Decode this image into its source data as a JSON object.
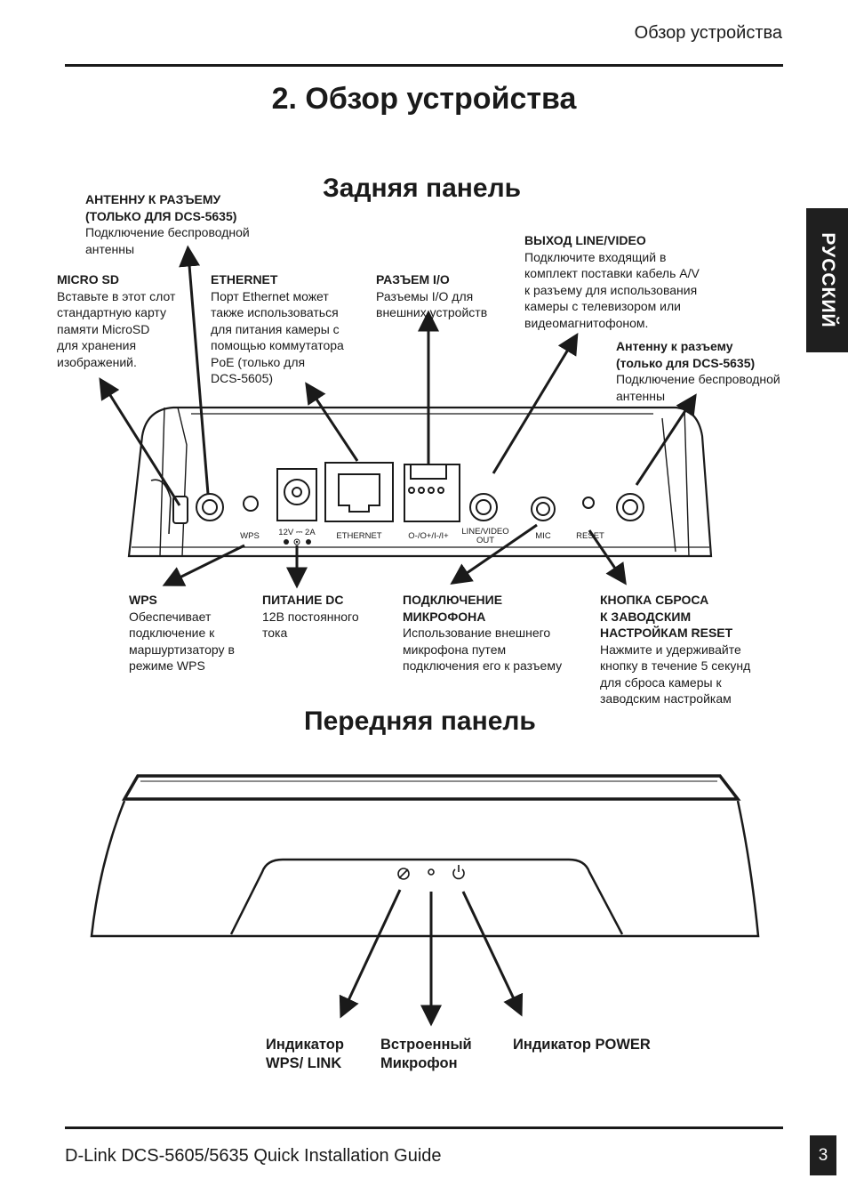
{
  "header": {
    "running_title": "Обзор устройства"
  },
  "title": "2. Обзор устройства",
  "side_tab": "РУССКИЙ",
  "rear": {
    "title": "Задняя панель",
    "callouts": {
      "antenna_left": {
        "heading": "АНТЕННУ К РАЗЪЕМУ\n(ТОЛЬКО ДЛЯ DCS-5635)",
        "body": "Подключение беспроводной\nантенны"
      },
      "microsd": {
        "heading": "MICRO SD",
        "body": "Вставьте в этот слот\nстандартную карту\nпамяти MicroSD\nдля хранения\nизображений."
      },
      "ethernet": {
        "heading": "ETHERNET",
        "body": "Порт Ethernet может\nтакже использоваться\nдля питания камеры с\nпомощью коммутатора\nPoE (только для\nDCS-5605)"
      },
      "io": {
        "heading": "РАЗЪЕМ I/O",
        "body": "Разъемы I/O для\nвнешних устройств"
      },
      "line_video": {
        "heading": "ВЫХОД LINE/VIDEO",
        "body": "Подключите входящий в\nкомплект поставки кабель A/V\nк разъему  для использования\nкамеры с телевизором или\nвидеомагнитофоном."
      },
      "antenna_right": {
        "heading": "Антенну к разъему\n(только для DCS-5635)",
        "body": "Подключение беспроводной\nантенны"
      },
      "wps": {
        "heading": "WPS",
        "body": "Обеспечивает\nподключение к\nмаршуртизатору в\nрежиме WPS"
      },
      "power_dc": {
        "heading": "ПИТАНИЕ DC",
        "body": "12В постоянного\nтока"
      },
      "mic": {
        "heading": "ПОДКЛЮЧЕНИЕ\nМИКРОФОНА",
        "body": "Использование внешнего\nмикрофона путем\nподключения его к разъему"
      },
      "reset": {
        "heading": "КНОПКА СБРОСА\nК ЗАВОДСКИМ\nНАСТРОЙКАМ RESET",
        "body": "Нажмите и удерживайте\nкнопку в течение 5 секунд\nдля сброса камеры к\nзаводским настройкам"
      }
    },
    "port_labels": {
      "wps": "WPS",
      "power": "12V ⎓ 2A",
      "ethernet": "ETHERNET",
      "io": "O-/O+/I-/I+",
      "line_video_1": "LINE/VIDEO",
      "line_video_2": "OUT",
      "mic": "MIC",
      "reset": "RESET"
    }
  },
  "front": {
    "title": "Передняя панель",
    "labels": {
      "wps_link": "Индикатор\nWPS/ LINK",
      "microphone": "Встроенный\nМикрофон",
      "power": "Индикатор POWER"
    }
  },
  "footer": {
    "guide": "D-Link DCS-5605/5635 Quick Installation Guide",
    "page": "3"
  }
}
